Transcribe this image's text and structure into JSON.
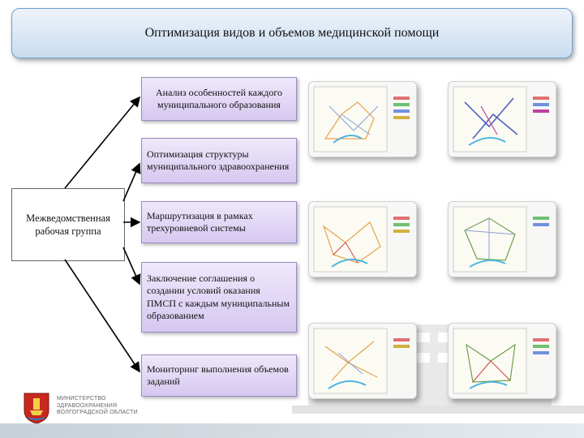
{
  "header": {
    "title": "Оптимизация видов и объемов медицинской помощи"
  },
  "source": {
    "label": "Межведомственная рабочая группа"
  },
  "tasks": [
    {
      "label": "Анализ особенностей каждого муниципального образования"
    },
    {
      "label": "Оптимизация структуры муниципального здравоохранения"
    },
    {
      "label": "Маршрутизация в рамках трехуровневой системы"
    },
    {
      "label": "Заключение соглашения о создании условий оказания ПМСП с каждым муниципальным образованием"
    },
    {
      "label": "Мониторинг выполнения объемов заданий"
    }
  ],
  "footer": {
    "ministry_line1": "МИНИСТЕРСТВО",
    "ministry_line2": "ЗДРАВООХРАНЕНИЯ",
    "ministry_line3": "ВОЛГОГРАДСКОЙ ОБЛАСТИ"
  },
  "colors": {
    "header_border": "#6f9fcf",
    "task_fill": "#d6c8f0",
    "logo_red": "#c8281e"
  },
  "icons": {
    "logo": "volgograd-coat-of-arms-icon",
    "maps": "route-map-thumbnail"
  }
}
